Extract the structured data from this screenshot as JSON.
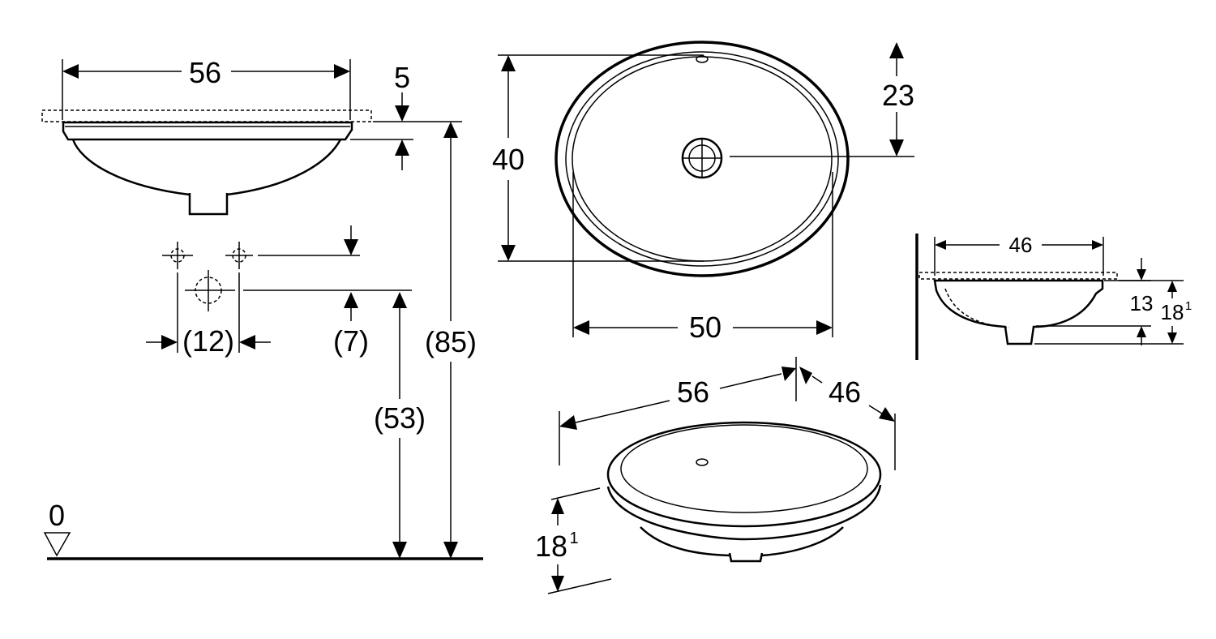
{
  "side_view": {
    "width": "56",
    "rim_height": "5",
    "tap_spacing": "(12)",
    "tap_offset": "(7)",
    "waste_height": "(53)",
    "rim_to_floor": "(85)",
    "floor_level": "0"
  },
  "top_view": {
    "depth": "40",
    "drain_offset": "23",
    "inner_width": "50"
  },
  "section_view": {
    "width": "46",
    "bowl_depth": "13",
    "total_depth": "18",
    "total_depth_sup": "1"
  },
  "iso_view": {
    "width": "56",
    "depth": "46",
    "height": "18",
    "height_sup": "1"
  }
}
